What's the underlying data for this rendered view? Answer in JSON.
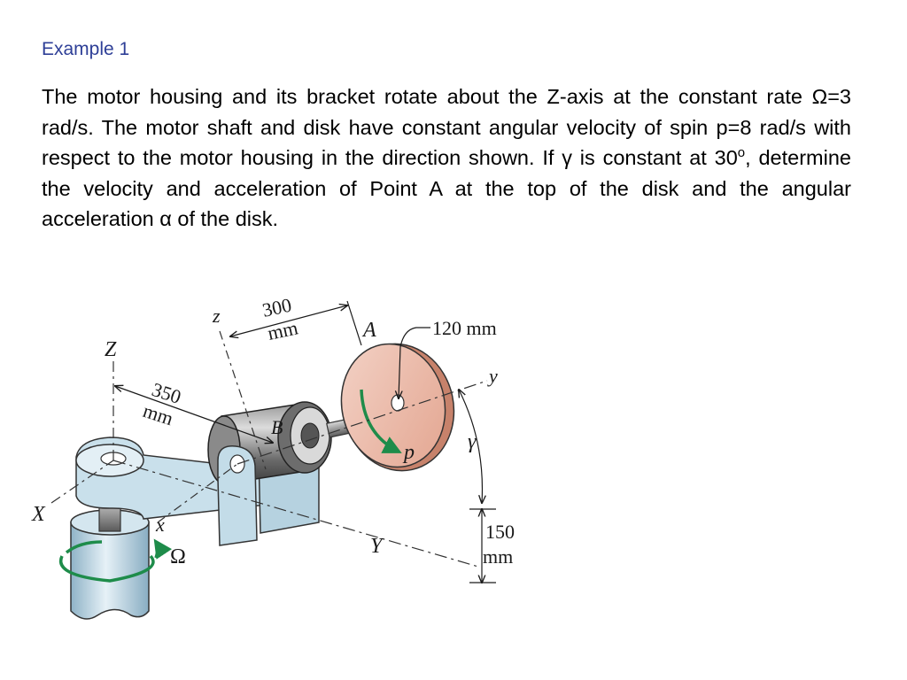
{
  "heading": "Example 1",
  "problem": {
    "p1": "The motor housing and its bracket rotate about the Z-axis at the constant rate ",
    "omega_sym": "Ω",
    "p2": "=3 rad/s. The motor shaft and disk have constant angular velocity of spin p=8 rad/s with respect to the motor housing in the direction shown. If ",
    "gamma_sym": "γ",
    "p3": " is constant at 30",
    "deg": "o",
    "p4": ", determine the velocity and acceleration of Point A at the top of the disk and the angular acceleration ",
    "alpha_sym": "α",
    "p5": " of the disk."
  },
  "figure": {
    "labels": {
      "Z": "Z",
      "z": "z",
      "X": "X",
      "x": "x",
      "Y": "Y",
      "y": "y",
      "A": "A",
      "B": "B",
      "p": "p",
      "gamma": "γ",
      "Omega": "Ω"
    },
    "dims": {
      "d300": "300",
      "d300_unit": "mm",
      "d350": "350",
      "d350_unit": "mm",
      "d120": "120 mm",
      "d150": "150",
      "d150_unit": "mm"
    },
    "colors": {
      "disk": "#e9b2a0",
      "disk_edge": "#c7826b",
      "metal": "#bcd6e4",
      "motor": "#5e5e5e",
      "arrow_green": "#1e8c4a"
    }
  }
}
